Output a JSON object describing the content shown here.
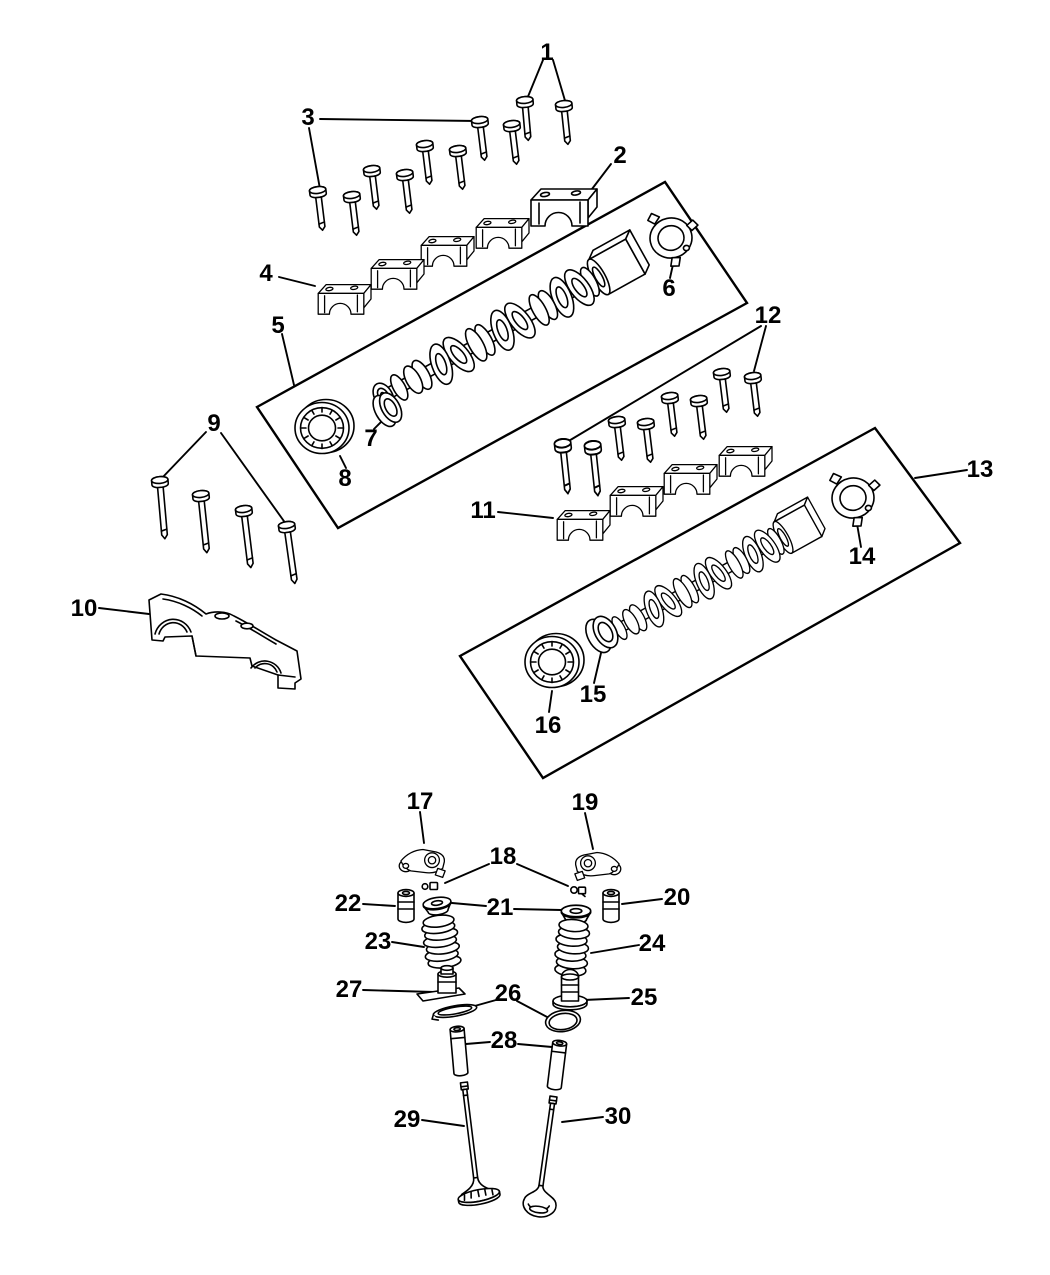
{
  "meta": {
    "kind": "exploded-parts-diagram",
    "subject": "engine camshafts and valvetrain",
    "background": "#ffffff",
    "line_color": "#000000",
    "label_color": "#000000",
    "callout_count": 30
  },
  "callouts": [
    {
      "label": "1"
    },
    {
      "label": "2"
    },
    {
      "label": "3"
    },
    {
      "label": "4"
    },
    {
      "label": "5"
    },
    {
      "label": "6"
    },
    {
      "label": "7"
    },
    {
      "label": "8"
    },
    {
      "label": "9"
    },
    {
      "label": "10"
    },
    {
      "label": "11"
    },
    {
      "label": "12"
    },
    {
      "label": "13"
    },
    {
      "label": "14"
    },
    {
      "label": "15"
    },
    {
      "label": "16"
    },
    {
      "label": "17"
    },
    {
      "label": "18"
    },
    {
      "label": "19"
    },
    {
      "label": "20"
    },
    {
      "label": "21"
    },
    {
      "label": "22"
    },
    {
      "label": "23"
    },
    {
      "label": "24"
    },
    {
      "label": "25"
    },
    {
      "label": "26"
    },
    {
      "label": "27"
    },
    {
      "label": "28"
    },
    {
      "label": "29"
    },
    {
      "label": "30"
    }
  ]
}
